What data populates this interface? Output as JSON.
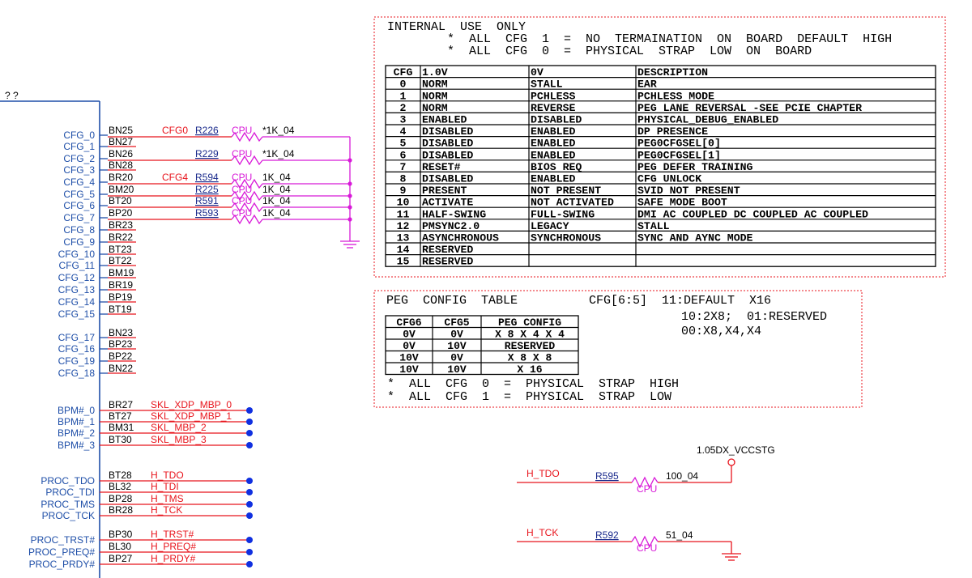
{
  "header_marks": "? ?",
  "cfg_rows": [
    {
      "sig": "CFG_0",
      "ball": "BN25",
      "net": "CFG0",
      "ref": "R226",
      "part": "CPU",
      "val": "*1K_04"
    },
    {
      "sig": "CFG_1",
      "ball": "BN27"
    },
    {
      "sig": "CFG_2",
      "ball": "BN26",
      "net": "",
      "ref": "R229",
      "part": "CPU",
      "val": "*1K_04"
    },
    {
      "sig": "CFG_3",
      "ball": "BN28"
    },
    {
      "sig": "CFG_4",
      "ball": "BR20",
      "net": "CFG4",
      "ref": "R594",
      "part": "CPU",
      "val": "1K_04"
    },
    {
      "sig": "CFG_5",
      "ball": "BM20",
      "net": "",
      "ref": "R225",
      "part": "CPU",
      "val": "1K_04"
    },
    {
      "sig": "CFG_6",
      "ball": "BT20",
      "net": "",
      "ref": "R591",
      "part": "CPU",
      "val": "1K_04"
    },
    {
      "sig": "CFG_7",
      "ball": "BP20",
      "net": "",
      "ref": "R593",
      "part": "CPU",
      "val": "1K_04"
    },
    {
      "sig": "CFG_8",
      "ball": "BR23"
    },
    {
      "sig": "CFG_9",
      "ball": "BR22"
    },
    {
      "sig": "CFG_10",
      "ball": "BT23"
    },
    {
      "sig": "CFG_11",
      "ball": "BT22"
    },
    {
      "sig": "CFG_12",
      "ball": "BM19"
    },
    {
      "sig": "CFG_13",
      "ball": "BR19"
    },
    {
      "sig": "CFG_14",
      "ball": "BP19"
    },
    {
      "sig": "CFG_15",
      "ball": "BT19"
    },
    {
      "sig": "CFG_17",
      "ball": "BN23"
    },
    {
      "sig": "CFG_16",
      "ball": "BP23"
    },
    {
      "sig": "CFG_19",
      "ball": "BP22"
    },
    {
      "sig": "CFG_18",
      "ball": "BN22"
    }
  ],
  "bpm_rows": [
    {
      "sig": "BPM#_0",
      "ball": "BR27",
      "net": "SKL_XDP_MBP_0"
    },
    {
      "sig": "BPM#_1",
      "ball": "BT27",
      "net": "SKL_XDP_MBP_1"
    },
    {
      "sig": "BPM#_2",
      "ball": "BM31",
      "net": "SKL_MBP_2"
    },
    {
      "sig": "BPM#_3",
      "ball": "BT30",
      "net": "SKL_MBP_3"
    }
  ],
  "jtag_rows": [
    {
      "sig": "PROC_TDO",
      "ball": "BT28",
      "net": "H_TDO"
    },
    {
      "sig": "PROC_TDI",
      "ball": "BL32",
      "net": "H_TDI"
    },
    {
      "sig": "PROC_TMS",
      "ball": "BP28",
      "net": "H_TMS"
    },
    {
      "sig": "PROC_TCK",
      "ball": "BR28",
      "net": "H_TCK"
    }
  ],
  "proc_rows": [
    {
      "sig": "PROC_TRST#",
      "ball": "BP30",
      "net": "H_TRST#"
    },
    {
      "sig": "PROC_PREQ#",
      "ball": "BL30",
      "net": "H_PREQ#"
    },
    {
      "sig": "PROC_PRDY#",
      "ball": "BP27",
      "net": "H_PRDY#"
    }
  ],
  "internal_note": {
    "title": "INTERNAL  USE  ONLY",
    "line1": "*  ALL  CFG  1  =  NO  TERMAINATION  ON  BOARD  DEFAULT  HIGH",
    "line2": "*  ALL  CFG  0  =  PHYSICAL  STRAP  LOW  ON  BOARD"
  },
  "cfg_table": {
    "headers": [
      "CFG",
      "1.0V",
      "0V",
      "DESCRIPTION"
    ],
    "rows": [
      [
        "0",
        "NORM",
        "STALL",
        "EAR"
      ],
      [
        "1",
        "NORM",
        "PCHLESS",
        "PCHLESS  MODE"
      ],
      [
        "2",
        "NORM",
        "REVERSE",
        "PEG  LANE  REVERSAL  -SEE  PCIE  CHAPTER"
      ],
      [
        "3",
        "ENABLED",
        "DISABLED",
        "PHYSICAL_DEBUG_ENABLED"
      ],
      [
        "4",
        "DISABLED",
        "ENABLED",
        "DP  PRESENCE"
      ],
      [
        "5",
        "DISABLED",
        "ENABLED",
        "PEG0CFGSEL[0]"
      ],
      [
        "6",
        "DISABLED",
        "ENABLED",
        "PEG0CFGSEL[1]"
      ],
      [
        "7",
        "RESET#",
        "BIOS  REQ",
        "PEG  DEFER  TRAINING"
      ],
      [
        "8",
        "DISABLED",
        "ENABLED",
        "CFG  UNLOCK"
      ],
      [
        "9",
        "PRESENT",
        "NOT  PRESENT",
        "SVID  NOT  PRESENT"
      ],
      [
        "10",
        "ACTIVATE",
        "NOT  ACTIVATED",
        "SAFE  MODE  BOOT"
      ],
      [
        "11",
        "HALF-SWING",
        "FULL-SWING",
        "DMI  AC  COUPLED  DC  COUPLED  AC  COUPLED"
      ],
      [
        "12",
        "PMSYNC2.0",
        "LEGACY",
        "STALL"
      ],
      [
        "13",
        "ASYNCHRONOUS",
        "SYNCHRONOUS",
        "SYNC  AND  AYNC  MODE"
      ],
      [
        "14",
        "RESERVED",
        "",
        ""
      ],
      [
        "15",
        "RESERVED",
        "",
        ""
      ]
    ]
  },
  "peg_config": {
    "title": "PEG  CONFIG  TABLE",
    "cfg_label": "CFG[6:5]  11:DEFAULT  X16",
    "opt_line1": "10:2X8;  01:RESERVED",
    "opt_line2": "00:X8,X4,X4",
    "headers": [
      "CFG6",
      "CFG5",
      "PEG  CONFIG"
    ],
    "rows": [
      [
        "0V",
        "0V",
        "X 8  X 4  X 4"
      ],
      [
        "0V",
        "10V",
        "RESERVED"
      ],
      [
        "10V",
        "0V",
        "X 8  X 8"
      ],
      [
        "10V",
        "10V",
        "X  16"
      ]
    ],
    "note1": "*  ALL  CFG  0  =  PHYSICAL  STRAP  HIGH",
    "note2": "*  ALL  CFG  1  =  PHYSICAL  STRAP  LOW"
  },
  "tdo_circuit": {
    "net": "H_TDO",
    "ref": "R595",
    "part": "CPU",
    "val": "100_04",
    "supply": "1.05DX_VCCSTG"
  },
  "tck_circuit": {
    "net": "H_TCK",
    "ref": "R592",
    "part": "CPU",
    "val": "51_04"
  },
  "colors": {
    "pin_blue": "#1f4fa8",
    "net_red": "#e8141c",
    "wire_magenta": "#d81ad8",
    "ref_navy": "#1a2a8c",
    "border_red": "#e8141c",
    "connector_blue": "#1030e0"
  }
}
